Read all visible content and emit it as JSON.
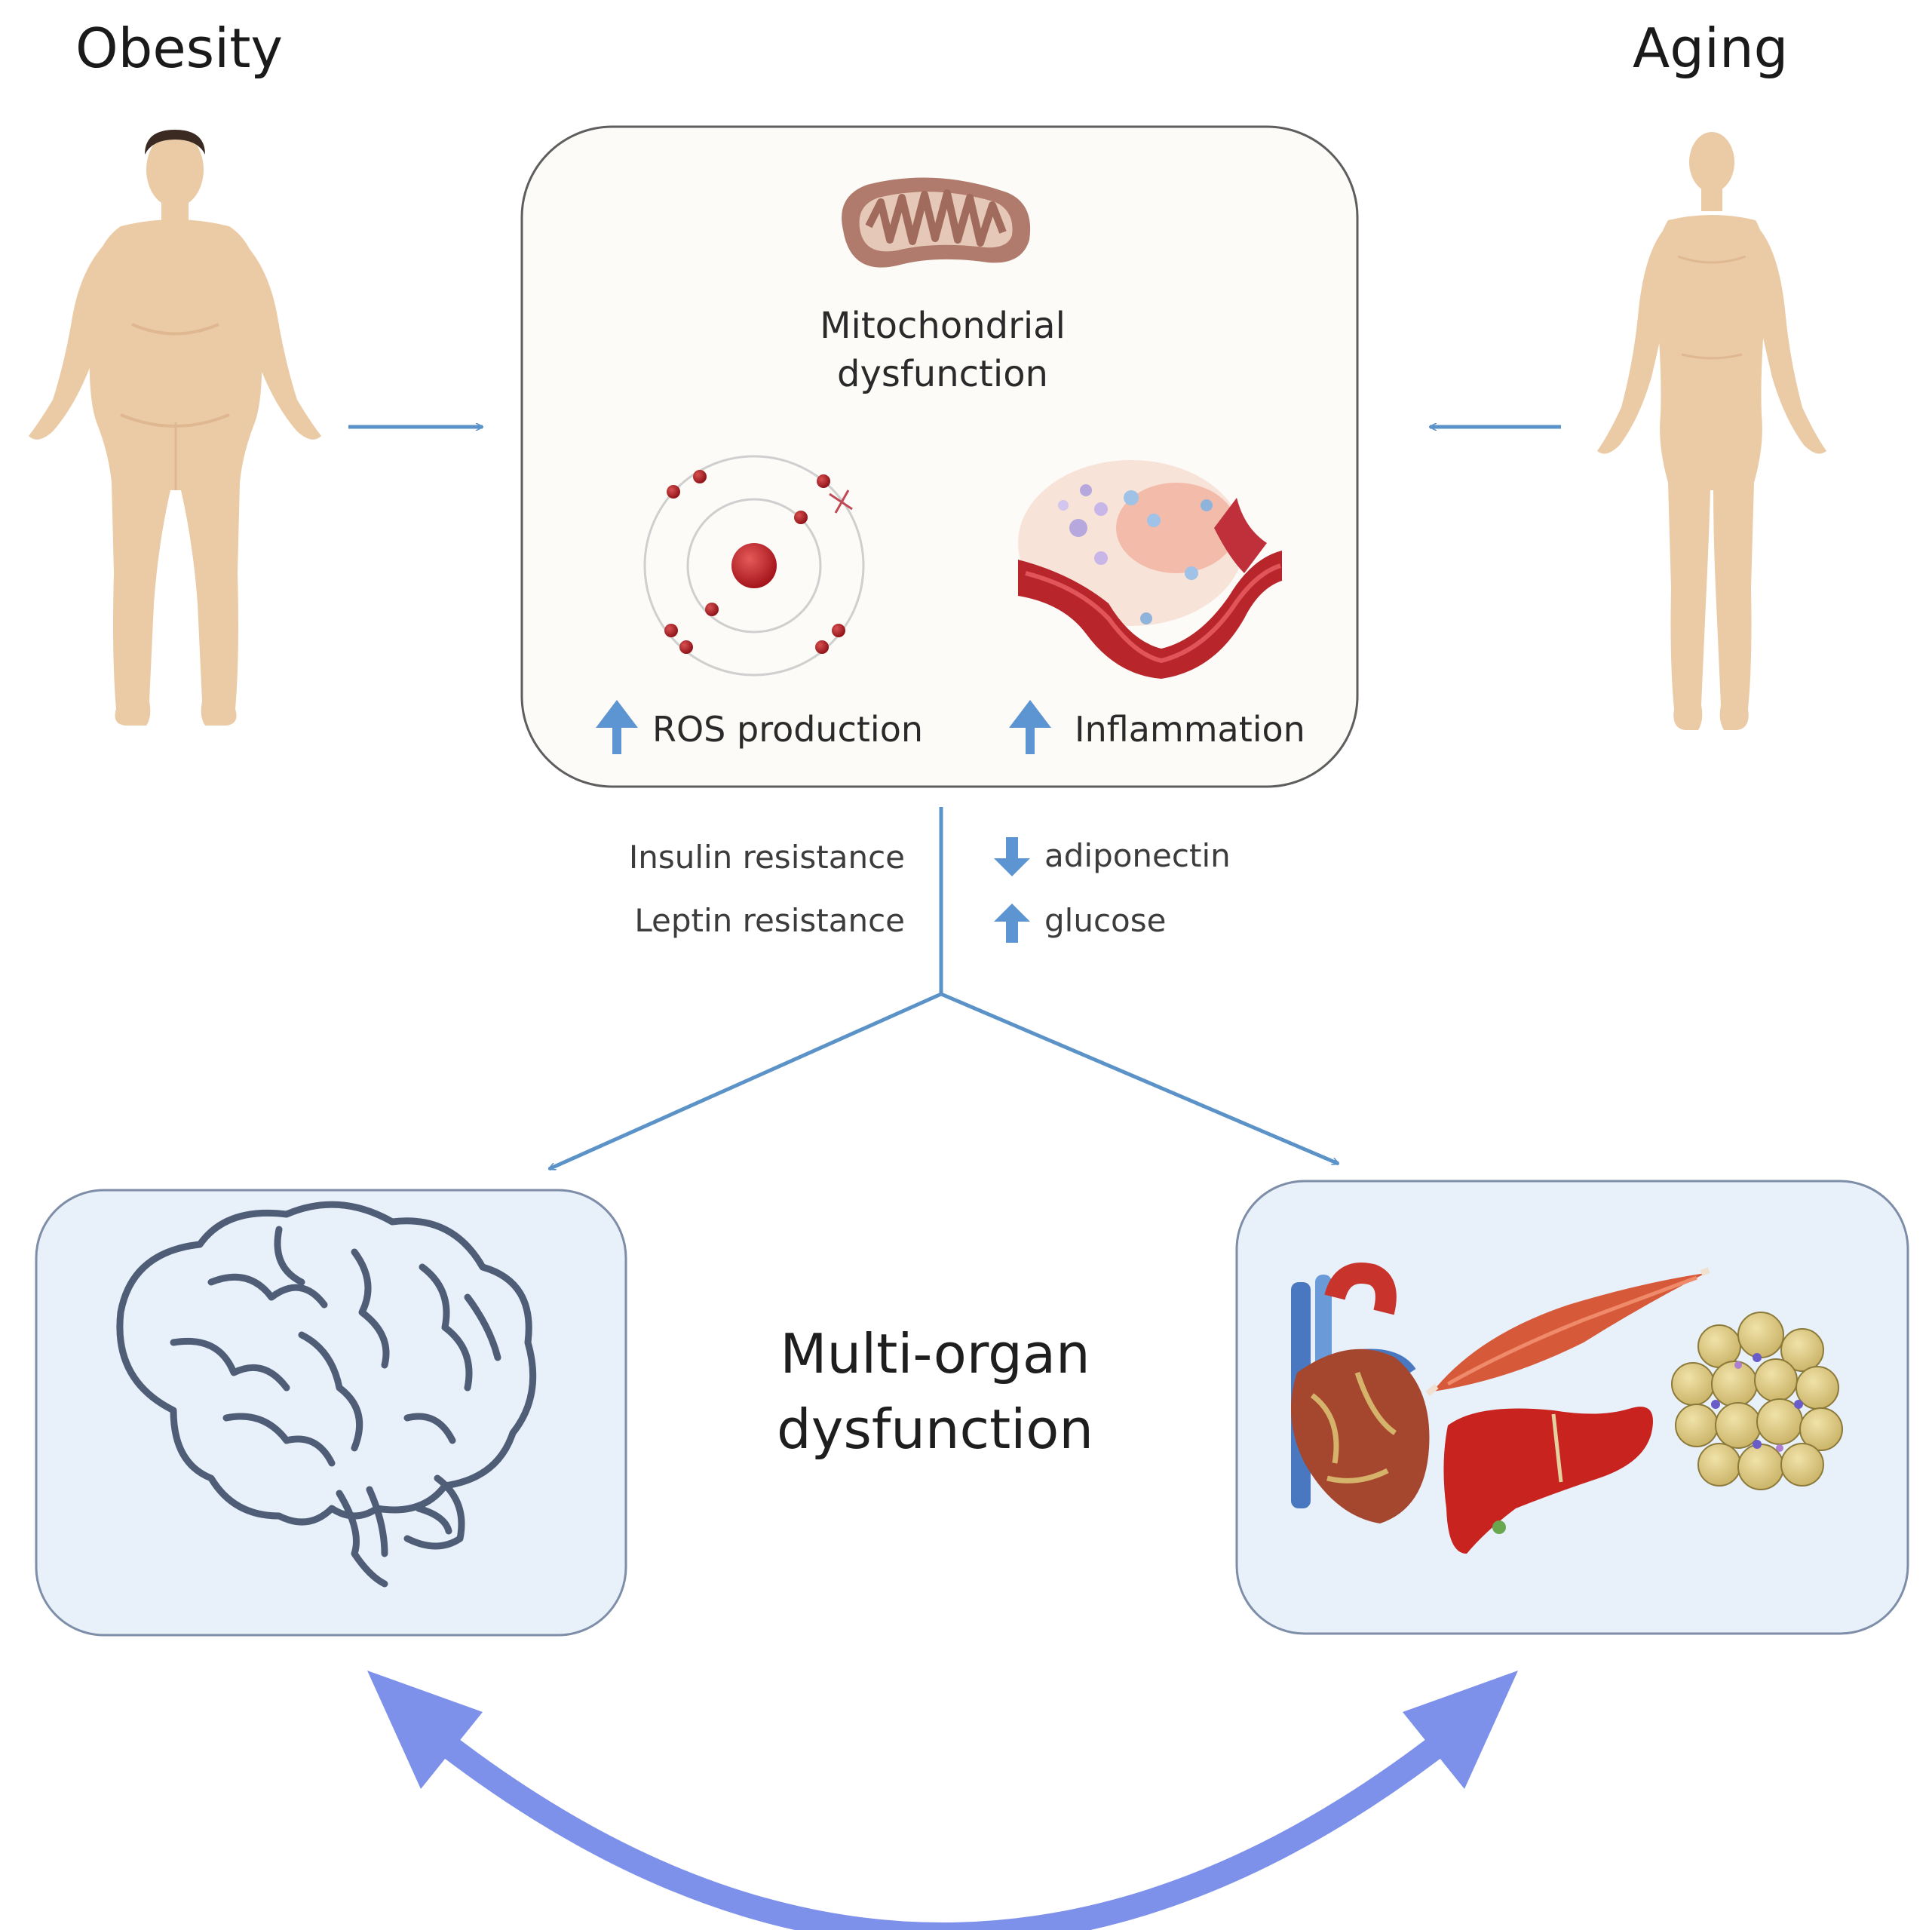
{
  "factors": {
    "left": "Obesity",
    "right": "Aging"
  },
  "center_box": {
    "title_line1": "Mitochondrial",
    "title_line2": "dysfunction",
    "ros_label": "ROS production",
    "inflammation_label": "Inflammation"
  },
  "mediators": {
    "left_1": "Insulin resistance",
    "left_2": "Leptin resistance",
    "right_1": "adiponectin",
    "right_2": "glucose"
  },
  "outcome": {
    "line1": "Multi-organ",
    "line2": "dysfunction"
  },
  "colors": {
    "skin": "#ebcaa6",
    "skin_shade": "#dfb891",
    "arrow_blue": "#5b93c9",
    "up_arrow": "#5d95d3",
    "big_arrow": "#7d91ea",
    "box_fill": "#e8f0fa",
    "center_box_fill": "#fcfbf8"
  }
}
